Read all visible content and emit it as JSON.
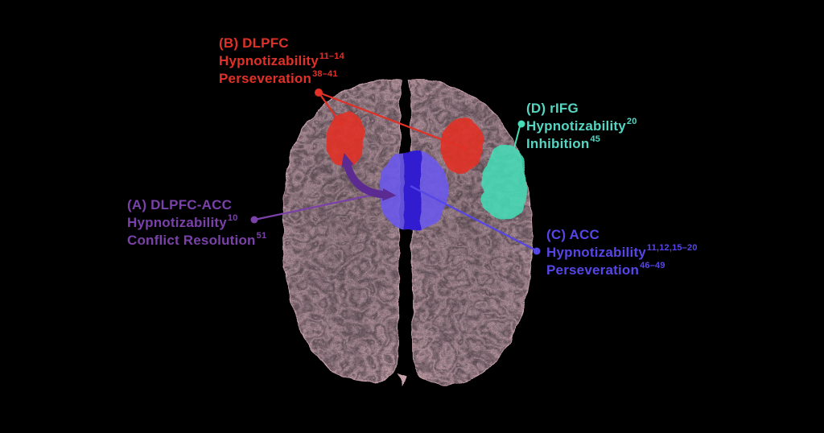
{
  "figure": {
    "background": "#000000"
  },
  "colors": {
    "background": "#000000",
    "red": "#e13126",
    "teal": "#45dcb6",
    "purple": "#7a41a8",
    "blue": "#5646e8",
    "acc_region": "#6b59e8",
    "acc_midline": "#2d18cf",
    "arrow": "#5c2b92",
    "brain_pink": "#b5929c"
  },
  "annotations": {
    "a": {
      "title": "(A) DLPFC-ACC",
      "line2": {
        "text": "Hypnotizability",
        "sup": "10"
      },
      "line3": {
        "text": "Conflict Resolution",
        "sup": "51"
      },
      "color": "#7a41a8"
    },
    "b": {
      "title": "(B) DLPFC",
      "line2": {
        "text": "Hypnotizability",
        "sup": "11–14"
      },
      "line3": {
        "text": "Perseveration",
        "sup": "38–41"
      },
      "color": "#e03128"
    },
    "c": {
      "title": "(C) ACC",
      "line2": {
        "text": "Hypnotizability",
        "sup": "11,12,15–20"
      },
      "line3": {
        "text": "Perseveration",
        "sup": "46–49"
      },
      "color": "#5646e8"
    },
    "d": {
      "title": "(D) rIFG",
      "line2": {
        "text": "Hypnotizability",
        "sup": "20"
      },
      "line3": {
        "text": "Inhibition",
        "sup": "45"
      },
      "color": "#56d6c2"
    }
  }
}
